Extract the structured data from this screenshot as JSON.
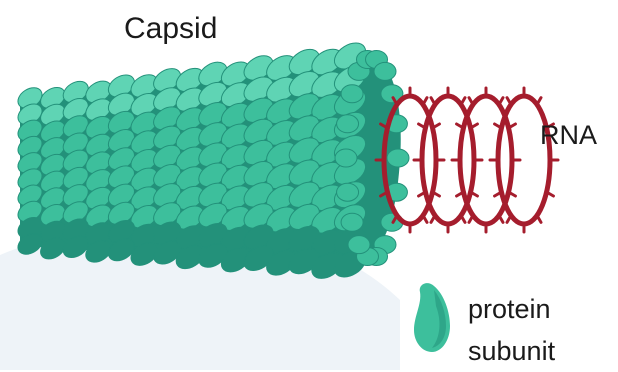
{
  "labels": {
    "capsid": "Capsid",
    "rna": "RNA",
    "subunit_line1": "protein",
    "subunit_line2": "subunit"
  },
  "colors": {
    "capsid": "#3dbf9c",
    "capsid_dark": "#23917a",
    "capsid_light": "#5fd4b4",
    "rna": "#a51d2d",
    "background_arc": "#eef3f8"
  },
  "structure": {
    "subunit_rows": 10,
    "subunits_per_row": 15,
    "rna_helix_turns": 4
  }
}
